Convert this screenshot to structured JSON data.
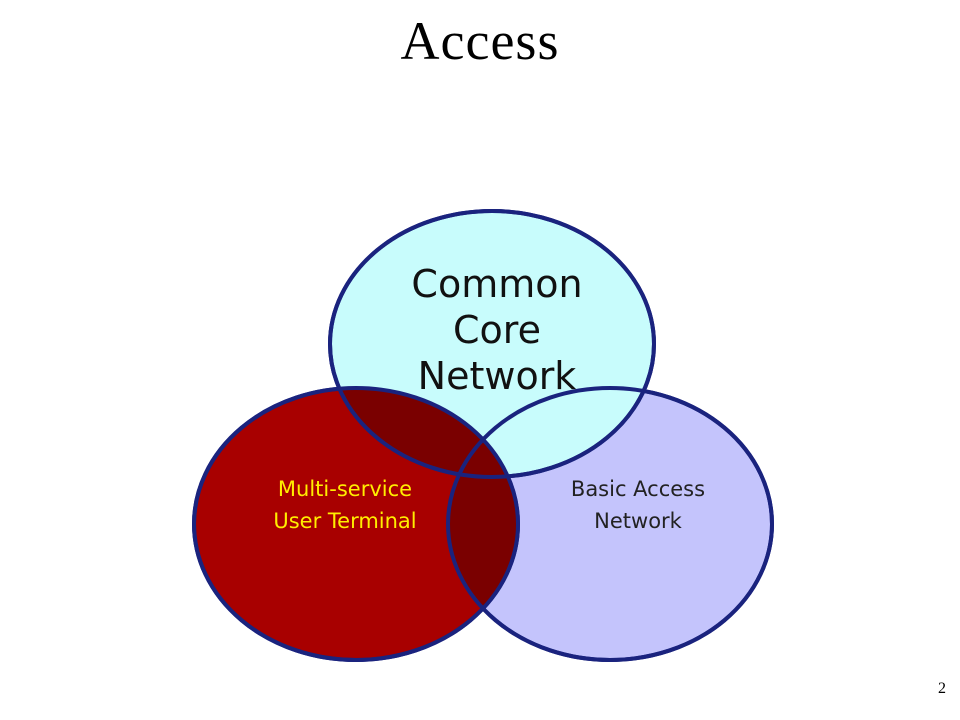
{
  "slide": {
    "title": "Access",
    "page_number": "2"
  },
  "diagram": {
    "circles": {
      "core": {
        "label_lines": [
          "Common",
          "Core",
          "Network"
        ],
        "fill": "#c8fcfc",
        "text_color": "#111111"
      },
      "terminal": {
        "label_lines": [
          "Multi-service",
          "User Terminal"
        ],
        "fill": "#a80000",
        "text_color": "#ffee00"
      },
      "access": {
        "label_lines": [
          "Basic Access",
          "Network"
        ],
        "fill": "#c4c4fc",
        "text_color": "#222222"
      }
    },
    "overlap_fill": "#7a0000",
    "outline_color": "#1a237e"
  }
}
